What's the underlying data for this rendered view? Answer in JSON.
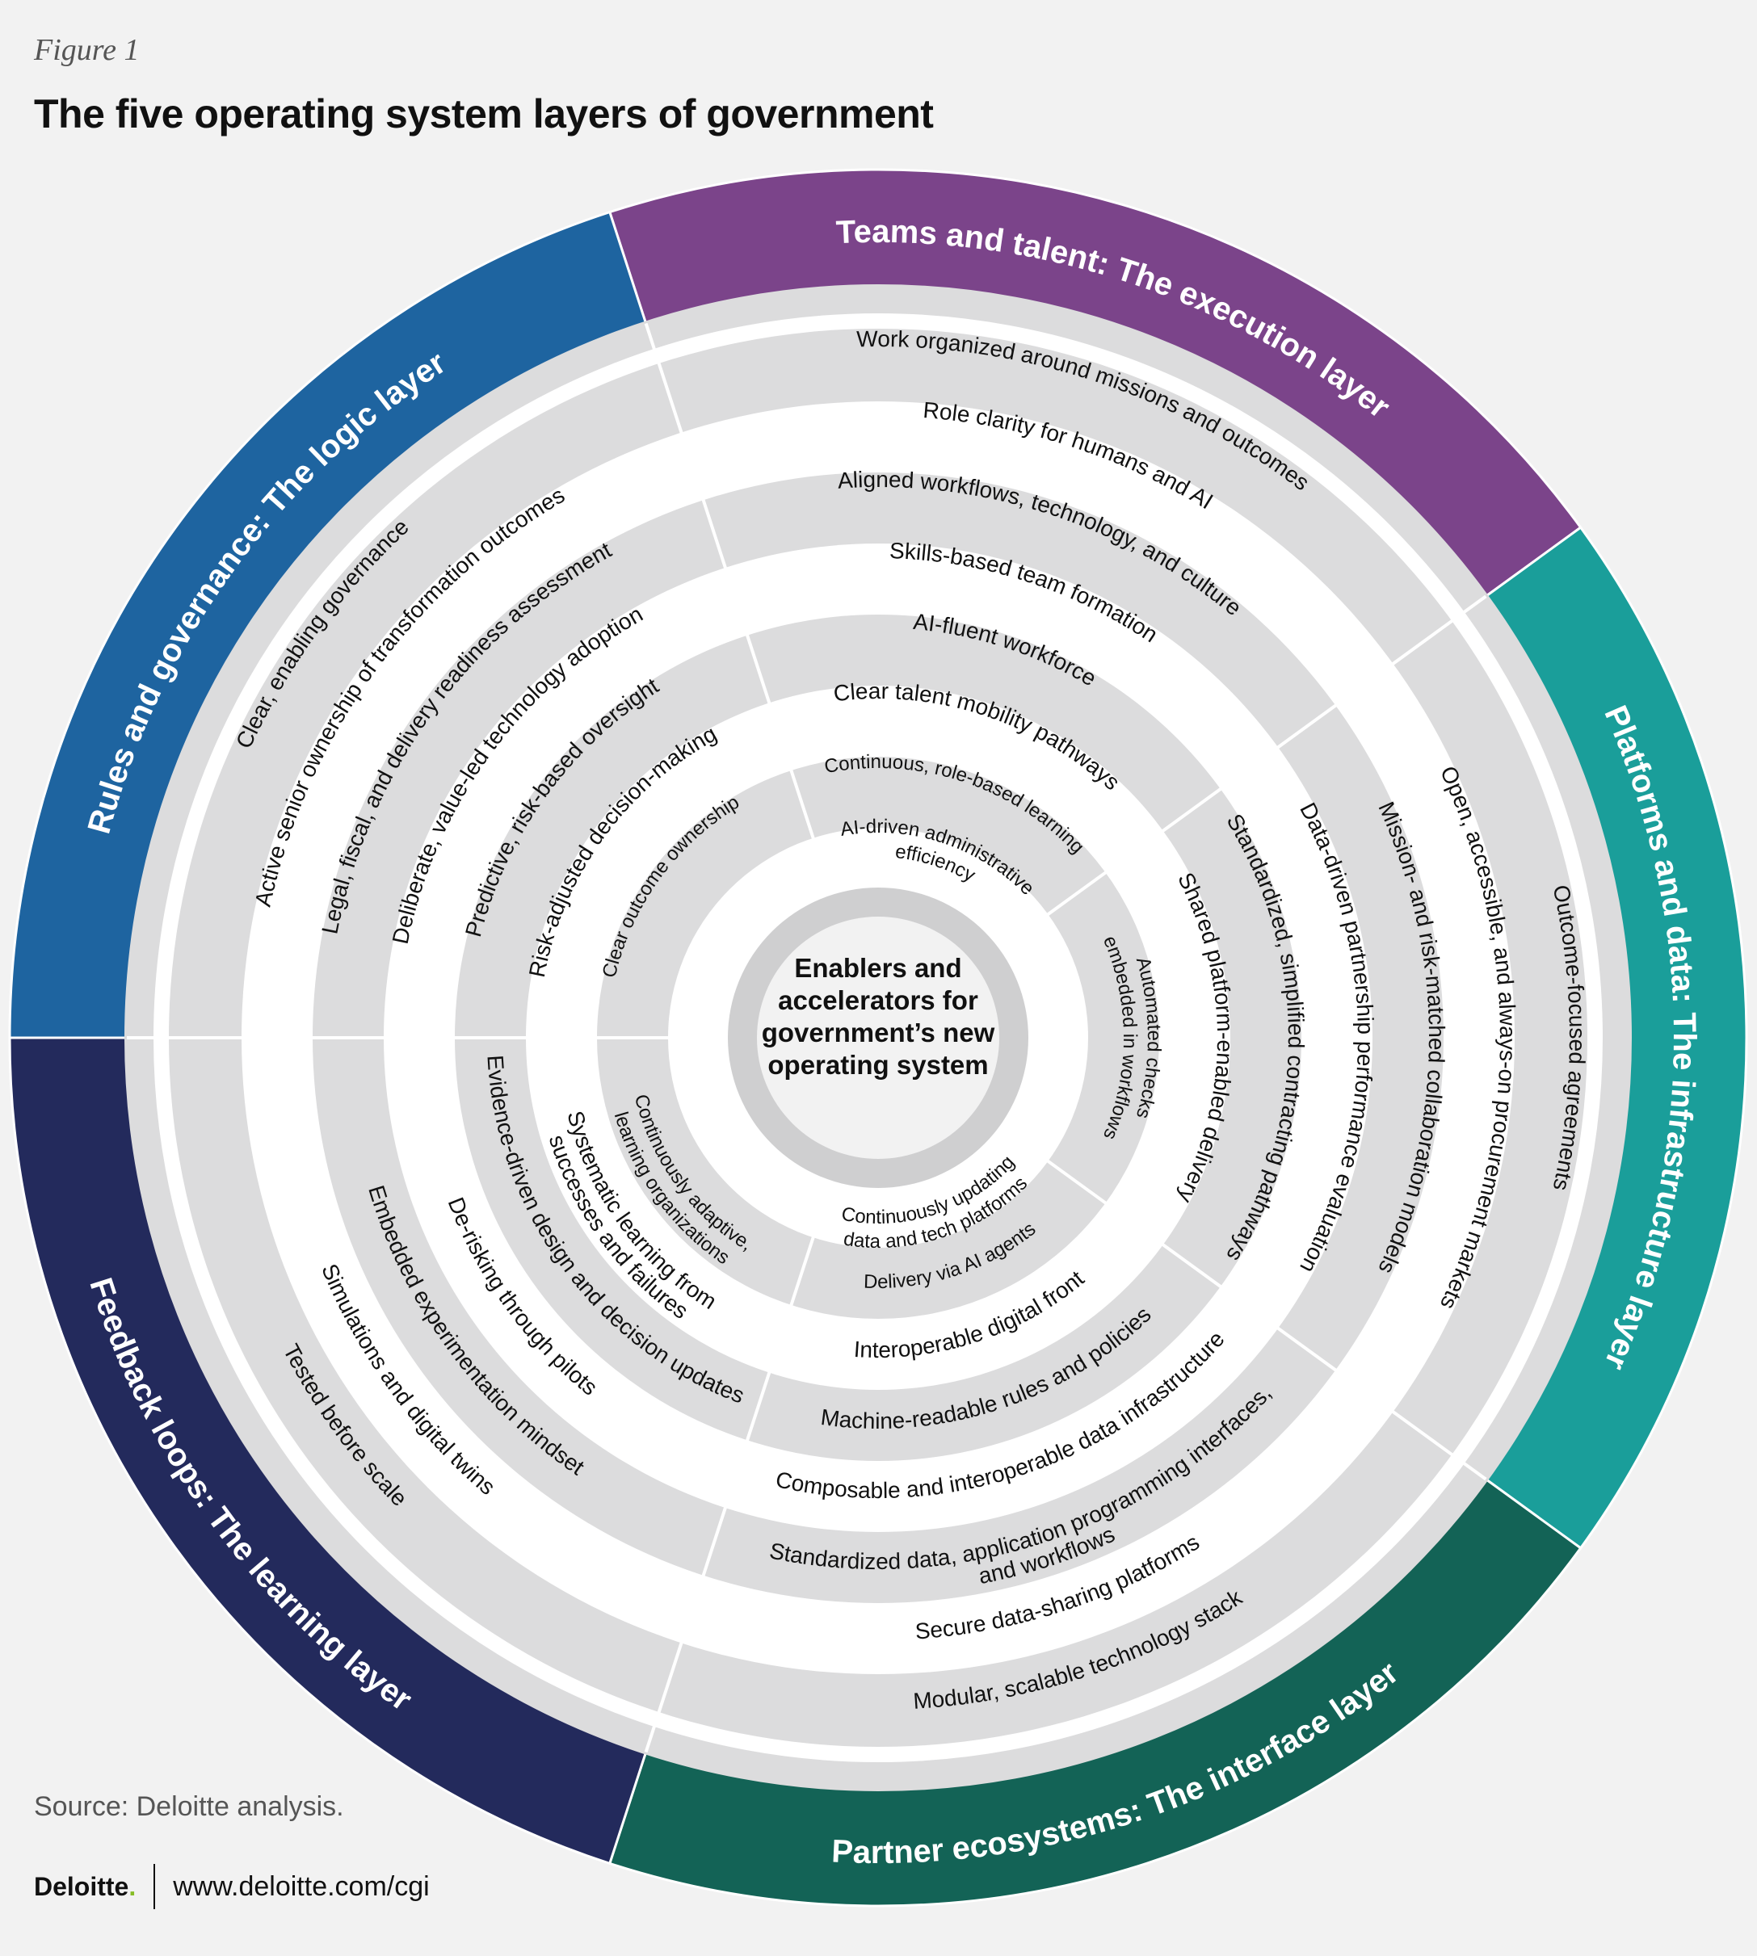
{
  "figure_label": "Figure 1",
  "title": "The five operating system layers of government",
  "center": {
    "lines": [
      "Enablers and",
      "accelerators for",
      "government’s new",
      "operating system"
    ]
  },
  "layers": [
    {
      "id": "logic",
      "title": "Rules and governance: The logic layer",
      "color": "#1e64a0",
      "ring_items": [
        [
          "Clear, enabling governance"
        ],
        [
          "Active senior ownership of transformation outcomes"
        ],
        [
          "Legal, fiscal, and delivery readiness assessment"
        ],
        [
          "Deliberate, value-led technology adoption"
        ],
        [
          "Predictive, risk-based oversight"
        ],
        [
          "Risk-adjusted decision-making"
        ],
        [
          "Clear outcome ownership"
        ]
      ]
    },
    {
      "id": "execution",
      "title": "Teams and talent: The execution layer",
      "color": "#7b448a",
      "ring_items": [
        [
          "Work organized around missions and outcomes"
        ],
        [
          "Role clarity for humans and AI"
        ],
        [
          "Aligned workflows, technology, and culture"
        ],
        [
          "Skills-based team formation"
        ],
        [
          "AI-fluent workforce"
        ],
        [
          "Clear talent mobility pathways"
        ],
        [
          "Continuous, role-based learning"
        ],
        [
          "AI-driven administrative",
          "efficiency"
        ]
      ]
    },
    {
      "id": "infrastructure",
      "title": "Platforms and data: The infrastructure layer",
      "color": "#1a9e9a",
      "ring_items": [
        [
          "Outcome-focused agreements"
        ],
        [
          "Open, accessible, and always-on procurement markets"
        ],
        [
          "Mission- and risk-matched collaboration models"
        ],
        [
          "Data-driven partnership performance evaluation"
        ],
        [
          "Standardized, simplified contracting pathways"
        ],
        [
          "Shared platform-enabled delivery"
        ],
        [
          "Automated checks",
          "embedded in workflows"
        ]
      ]
    },
    {
      "id": "interface",
      "title": "Partner ecosystems: The interface layer",
      "color": "#136356",
      "ring_items": [
        [
          "Modular, scalable technology stack"
        ],
        [
          "Secure data-sharing platforms"
        ],
        [
          "Standardized data, application programming interfaces,",
          "and workflows"
        ],
        [
          "Composable and interoperable data infrastructure"
        ],
        [
          "Machine-readable rules and policies"
        ],
        [
          "Interoperable digital front"
        ],
        [
          "Delivery via AI agents"
        ],
        [
          "Continuously updating",
          "data and tech platforms"
        ]
      ]
    },
    {
      "id": "learning",
      "title": "Feedback loops: The learning layer",
      "color": "#232a5c",
      "ring_items": [
        [
          "Tested before scale"
        ],
        [
          "Simulations and digital twins"
        ],
        [
          "Embedded experimentation mindset"
        ],
        [
          "De-risking through pilots"
        ],
        [
          "Evidence-driven design and decision updates"
        ],
        [
          "Systematic learning from",
          "successes and failures"
        ],
        [
          "Continuously adaptive,",
          "learning organizations"
        ]
      ]
    }
  ],
  "source": "Source: Deloitte analysis.",
  "footer": {
    "brand": "Deloitte",
    "brand_dot": ".",
    "url": "www.deloitte.com/cgi"
  }
}
